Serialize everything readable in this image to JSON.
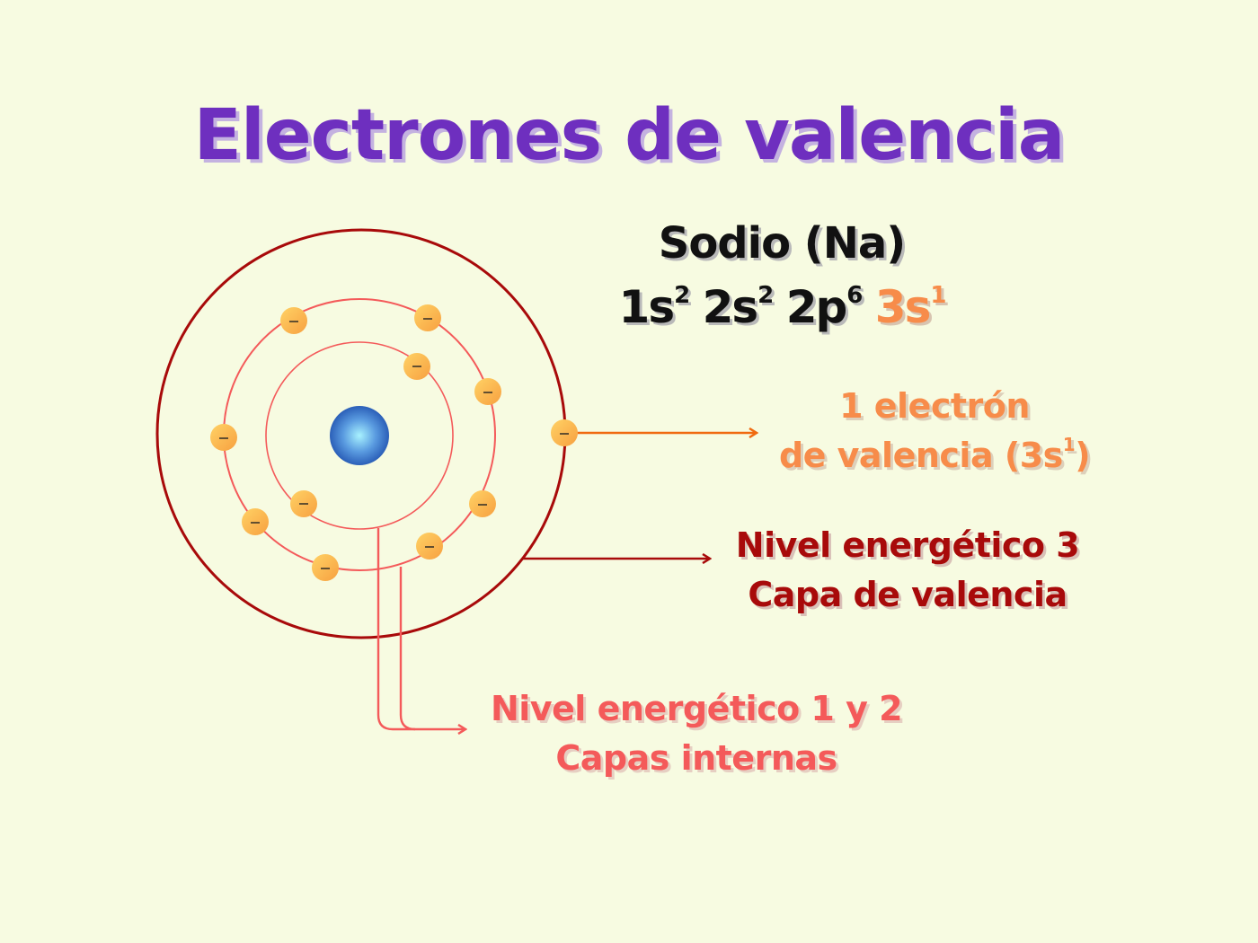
{
  "title": "Electrones de valencia",
  "element": {
    "name": "Sodio (Na)",
    "configuration": [
      {
        "orbital": "1s",
        "electrons": "2",
        "highlight": false
      },
      {
        "orbital": "2s",
        "electrons": "2",
        "highlight": false
      },
      {
        "orbital": "2p",
        "electrons": "6",
        "highlight": false
      },
      {
        "orbital": "3s",
        "electrons": "1",
        "highlight": true
      }
    ]
  },
  "labels": {
    "valence_electron": {
      "line1": "1 electrón",
      "line2_prefix": "de valencia (3s",
      "line2_sup": "1",
      "line2_suffix": ")",
      "color": "#f78c4a"
    },
    "level3": {
      "line1": "Nivel energético 3",
      "line2": "Capa de valencia",
      "color": "#a80a0a"
    },
    "inner_levels": {
      "line1": "Nivel energético 1 y 2",
      "line2": "Capas internas",
      "color": "#f45a5a"
    }
  },
  "atom": {
    "nucleus_color": "#3a78d0",
    "electron_symbol": "–",
    "shells": [
      {
        "level": 1,
        "electrons": 2,
        "color": "#f45a5a"
      },
      {
        "level": 2,
        "electrons": 8,
        "color": "#f45a5a"
      },
      {
        "level": 3,
        "electrons": 1,
        "color": "#a80a0a"
      }
    ]
  }
}
